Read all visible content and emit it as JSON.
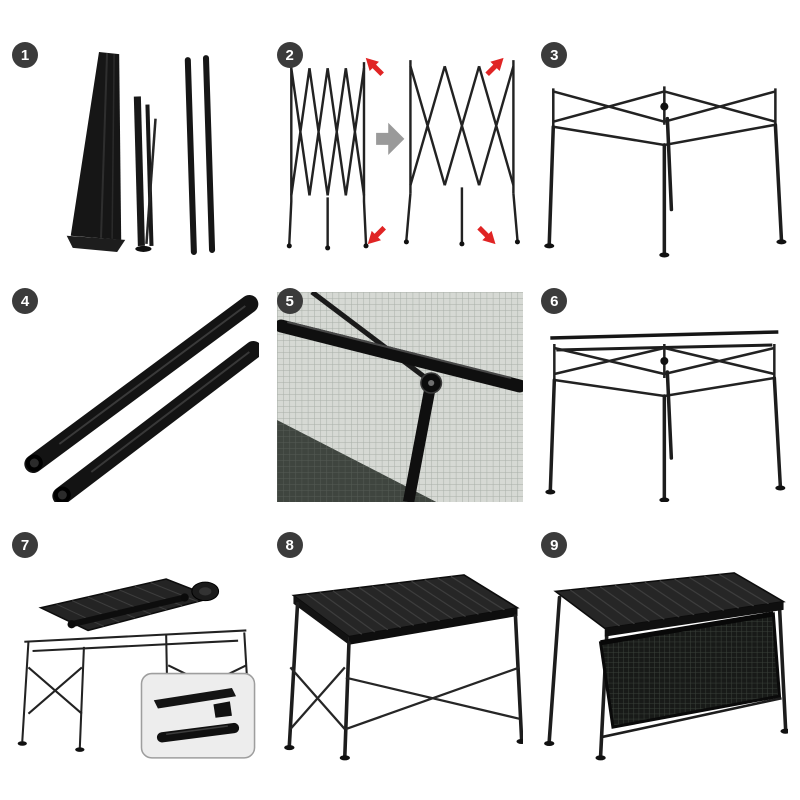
{
  "title": "folding-camping-table-assembly-instructions",
  "colors": {
    "background": "#ffffff",
    "badge_bg": "#3b3b3b",
    "badge_text": "#ffffff",
    "arrow_red": "#e02424",
    "arrow_gray": "#9a9a9a",
    "metal_dark": "#1c1c1c"
  },
  "steps": [
    {
      "number": "1",
      "icon": "folded-parts-illustration"
    },
    {
      "number": "2",
      "icon": "unfold-scissor-frame-illustration"
    },
    {
      "number": "3",
      "icon": "frame-expanded-illustration"
    },
    {
      "number": "4",
      "icon": "support-poles-closeup-illustration"
    },
    {
      "number": "5",
      "icon": "pole-joint-mesh-closeup-illustration"
    },
    {
      "number": "6",
      "icon": "frame-with-top-rails-illustration"
    },
    {
      "number": "7",
      "icon": "attach-tabletop-slats-illustration"
    },
    {
      "number": "8",
      "icon": "table-assembled-illustration"
    },
    {
      "number": "9",
      "icon": "table-with-storage-basket-illustration"
    }
  ]
}
